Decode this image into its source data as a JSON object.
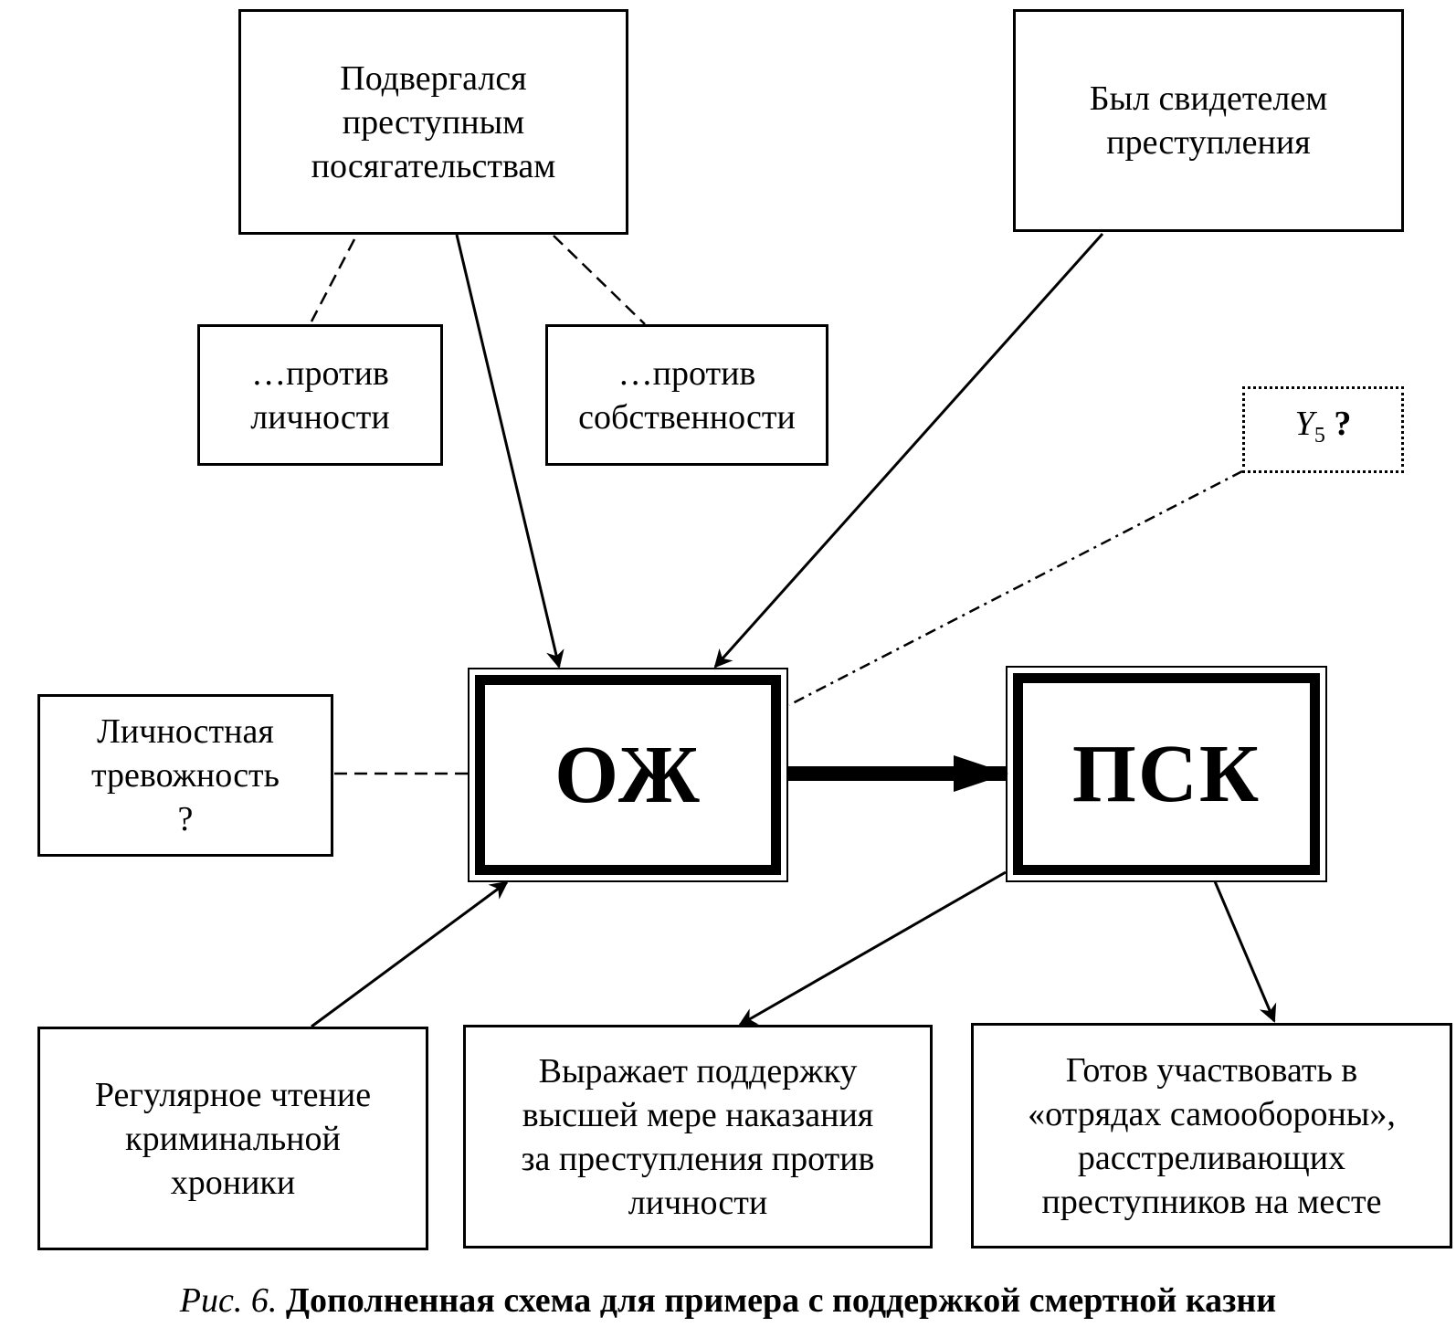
{
  "nodes": {
    "victim": {
      "lines": [
        "Подвергался",
        "преступным",
        "посягательствам"
      ]
    },
    "witness": {
      "lines": [
        "Был свидетелем",
        "преступления"
      ]
    },
    "against_person": {
      "lines": [
        "…против",
        "личности"
      ]
    },
    "against_property": {
      "lines": [
        "…против",
        "собственности"
      ]
    },
    "y5": {
      "symbol": "Y",
      "subscript": "5",
      "suffix": " ?"
    },
    "anxiety": {
      "lines": [
        "Личностная",
        "тревожность",
        "?"
      ]
    },
    "oj": {
      "label": "ОЖ"
    },
    "psk": {
      "label": "ПСК"
    },
    "reading": {
      "lines": [
        "Регулярное чтение",
        "криминальной",
        "хроники"
      ]
    },
    "support": {
      "lines": [
        "Выражает поддержку",
        "высшей мере наказания",
        "за преступления против",
        "личности"
      ]
    },
    "ready": {
      "lines": [
        "Готов участвовать в",
        "«отрядах самообороны»,",
        "расстреливающих",
        "преступников на месте"
      ]
    }
  },
  "caption": {
    "prefix": "Рис. 6.",
    "text": " Дополненная схема для примера с поддержкой смертной казни"
  }
}
